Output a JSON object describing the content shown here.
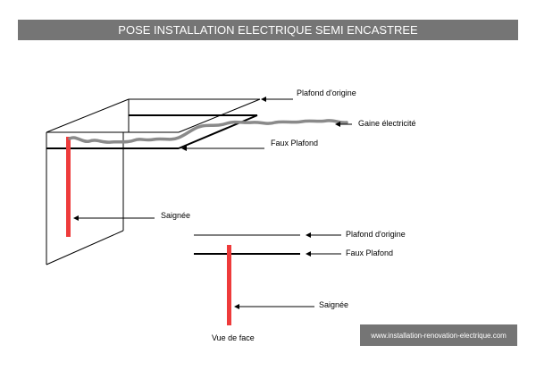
{
  "title": "POSE INSTALLATION ELECTRIQUE SEMI ENCASTREE",
  "labels": {
    "plafond_origine_top": "Plafond d'origine",
    "gaine": "Gaine électricité",
    "faux_plafond_top": "Faux Plafond",
    "saignee_left": "Saignée",
    "plafond_origine_front": "Plafond d'origine",
    "faux_plafond_front": "Faux Plafond",
    "saignee_front": "Saignée",
    "vue_de_face": "Vue de face"
  },
  "watermark": "www.installation-renovation-electrique.com",
  "colors": {
    "title_bg": "#757575",
    "saignee": "#ee3b3b",
    "gaine": "#8a8a8a"
  }
}
